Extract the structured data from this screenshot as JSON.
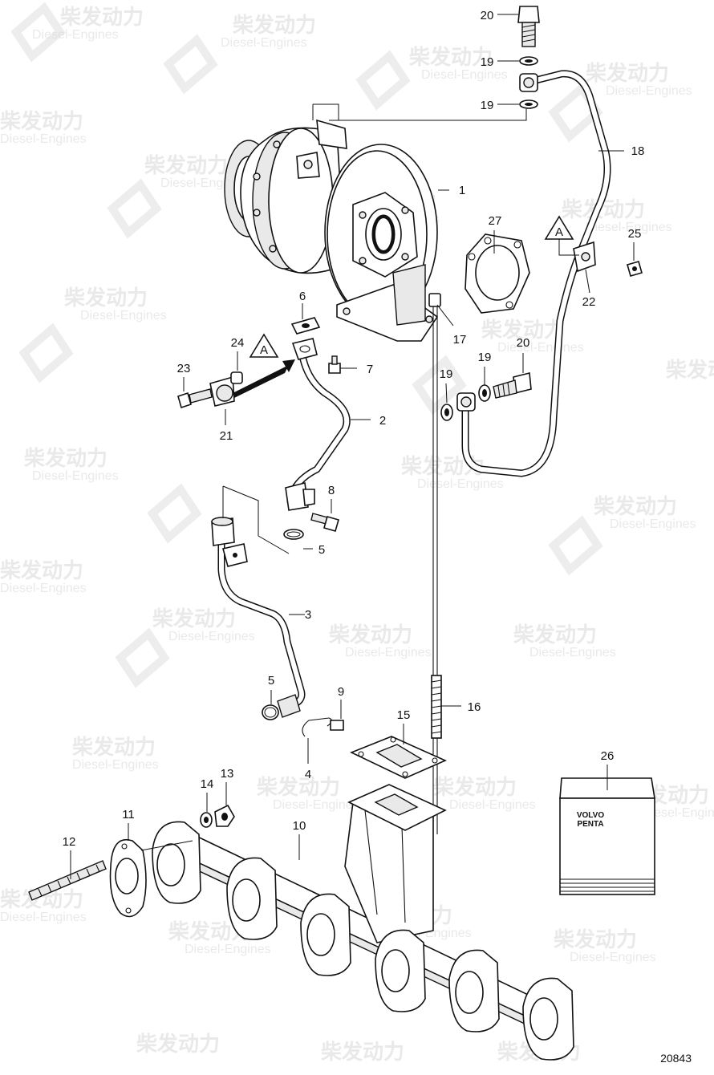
{
  "watermark": {
    "brand_cn": "柴发动力",
    "brand_en": "Diesel-Engines"
  },
  "drawing_number": "20843",
  "detail_marker": "A",
  "kit_label": {
    "line1": "VOLVO",
    "line2": "PENTA"
  },
  "callouts": {
    "c1": "1",
    "c2": "2",
    "c3": "3",
    "c4": "4",
    "c5a": "5",
    "c5b": "5",
    "c6": "6",
    "c7": "7",
    "c8": "8",
    "c9": "9",
    "c10": "10",
    "c11": "11",
    "c12": "12",
    "c13": "13",
    "c14": "14",
    "c15": "15",
    "c16": "16",
    "c17": "17",
    "c18": "18",
    "c19a": "19",
    "c19b": "19",
    "c19c": "19",
    "c19d": "19",
    "c20a": "20",
    "c20b": "20",
    "c21": "21",
    "c22": "22",
    "c23": "23",
    "c24": "24",
    "c25": "25",
    "c26": "26",
    "c27": "27"
  }
}
